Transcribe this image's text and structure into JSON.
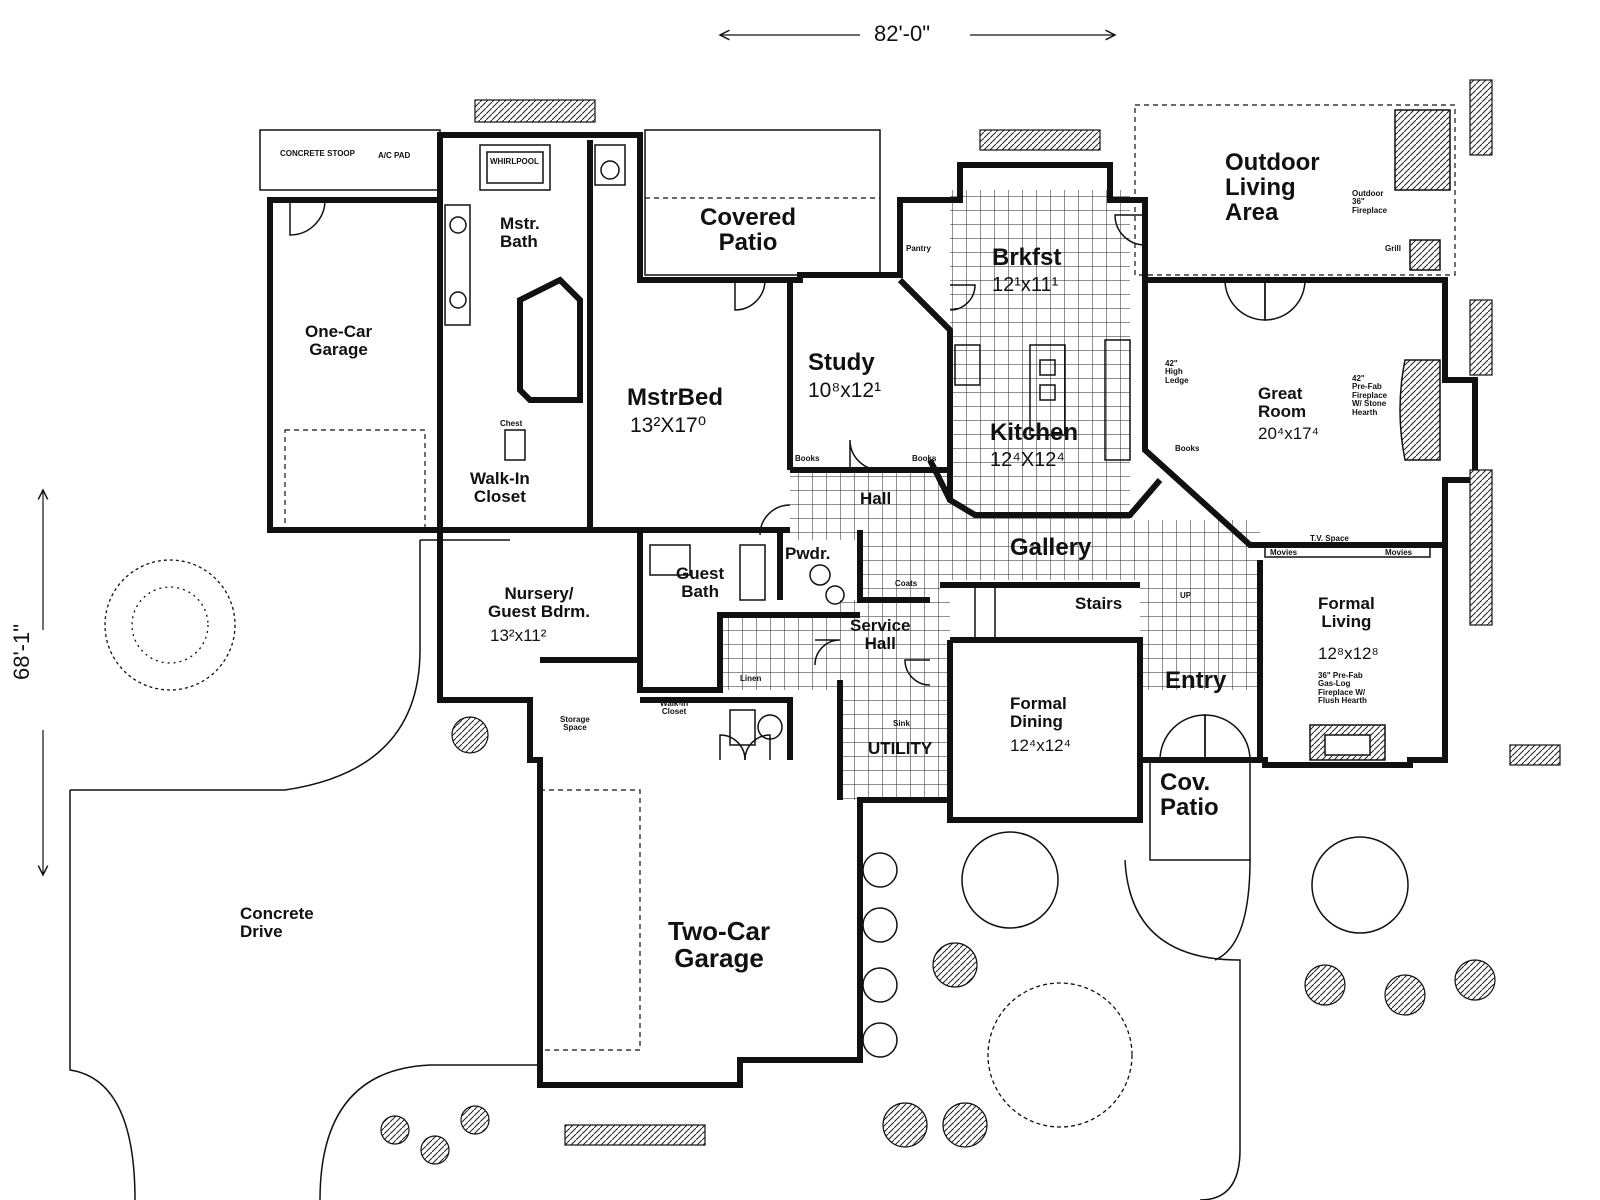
{
  "dimensions": {
    "width": "82'-0\"",
    "depth": "68'-1\""
  },
  "rooms": {
    "concrete_stoop": "CONCRETE STOOP",
    "ac_pad": "A/C PAD",
    "whirlpool": "WHIRLPOOL",
    "one_car_garage": "One-Car\nGarage",
    "mstr_bath": "Mstr.\nBath",
    "covered_patio": "Covered\nPatio",
    "outdoor_living": "Outdoor\nLiving\nArea",
    "outdoor_fireplace": "Outdoor\n36\"\nFireplace",
    "grill": "Grill",
    "brkfst": "Brkfst",
    "brkfst_dim": "12¹x11¹",
    "pantry": "Pantry",
    "mstr_bed": "MstrBed",
    "mstr_bed_dim": "13²X17⁰",
    "study": "Study",
    "study_dim": "10⁸x12¹",
    "kitchen": "Kitchen",
    "kitchen_dim": "12⁴X12⁴",
    "great_room": "Great\nRoom",
    "great_room_dim": "20⁴x17⁴",
    "great_room_fp": "42\"\nPre-Fab\nFireplace\nW/ Stone\nHearth",
    "high_ledge": "42\"\nHigh\nLedge",
    "walk_in_closet": "Walk-In\nCloset",
    "chest": "Chest",
    "books_1": "Books",
    "books_2": "Books",
    "books_3": "Books",
    "hall": "Hall",
    "gallery": "Gallery",
    "tv_space": "T.V. Space",
    "movies_1": "Movies",
    "movies_2": "Movies",
    "nursery": "Nursery/\nGuest Bdrm.",
    "nursery_dim": "13²x11²",
    "guest_bath": "Guest\nBath",
    "pwdr": "Pwdr.",
    "coats": "Coats",
    "service_hall": "Service\nHall",
    "stairs": "Stairs",
    "up": "UP",
    "formal_living": "Formal\nLiving",
    "formal_living_dim": "12⁸x12⁸",
    "formal_living_fp": "36\" Pre-Fab\nGas-Log\nFireplace W/\nFlush Hearth",
    "entry": "Entry",
    "storage_space": "Storage\nSpace",
    "linen": "Linen",
    "walk_in_closet_small": "Walk-In\nCloset",
    "utility": "UTILITY",
    "sink": "Sink",
    "formal_dining": "Formal\nDining",
    "formal_dining_dim": "12⁴x12⁴",
    "cov_patio": "Cov.\nPatio",
    "concrete_drive": "Concrete\nDrive",
    "two_car_garage": "Two-Car\nGarage"
  }
}
